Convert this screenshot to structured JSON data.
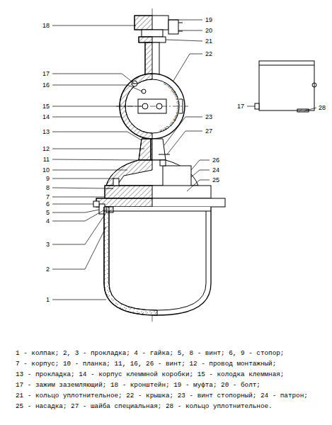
{
  "diagram": {
    "labels": [
      "18",
      "17",
      "16",
      "15",
      "14",
      "13",
      "12",
      "11",
      "10",
      "9",
      "8",
      "7",
      "6",
      "5",
      "4",
      "3",
      "2",
      "1",
      "19",
      "20",
      "21",
      "22",
      "23",
      "27",
      "26",
      "24",
      "25",
      "17",
      "28",
      "ОТКРЫВАТЬ ОТКЛЮЧИВ ОТ СЕТИ",
      "1 - колпак; 2, 3 - прокладка; 4 - гайка; 5, 8 - винт; 6, 9 - стопор;",
      "7 - корпус; 10 - планка; 11, 16, 26 - винт; 12 - провод монтажный;",
      "13 - прокладка; 14 - корпус клеммной коробки; 15 - колодка клеммная;",
      "17 - зажим заземляющий; 18 - кронштейн; 19 - муфта; 20 - болт;",
      "21 - кольцо уплотнительное; 22 - крышка; 23 - винт стопорный; 24 - патрон;",
      "25 - насадка; 27 - шайба специальная; 28 - кольцо уплотнительное."
    ]
  }
}
